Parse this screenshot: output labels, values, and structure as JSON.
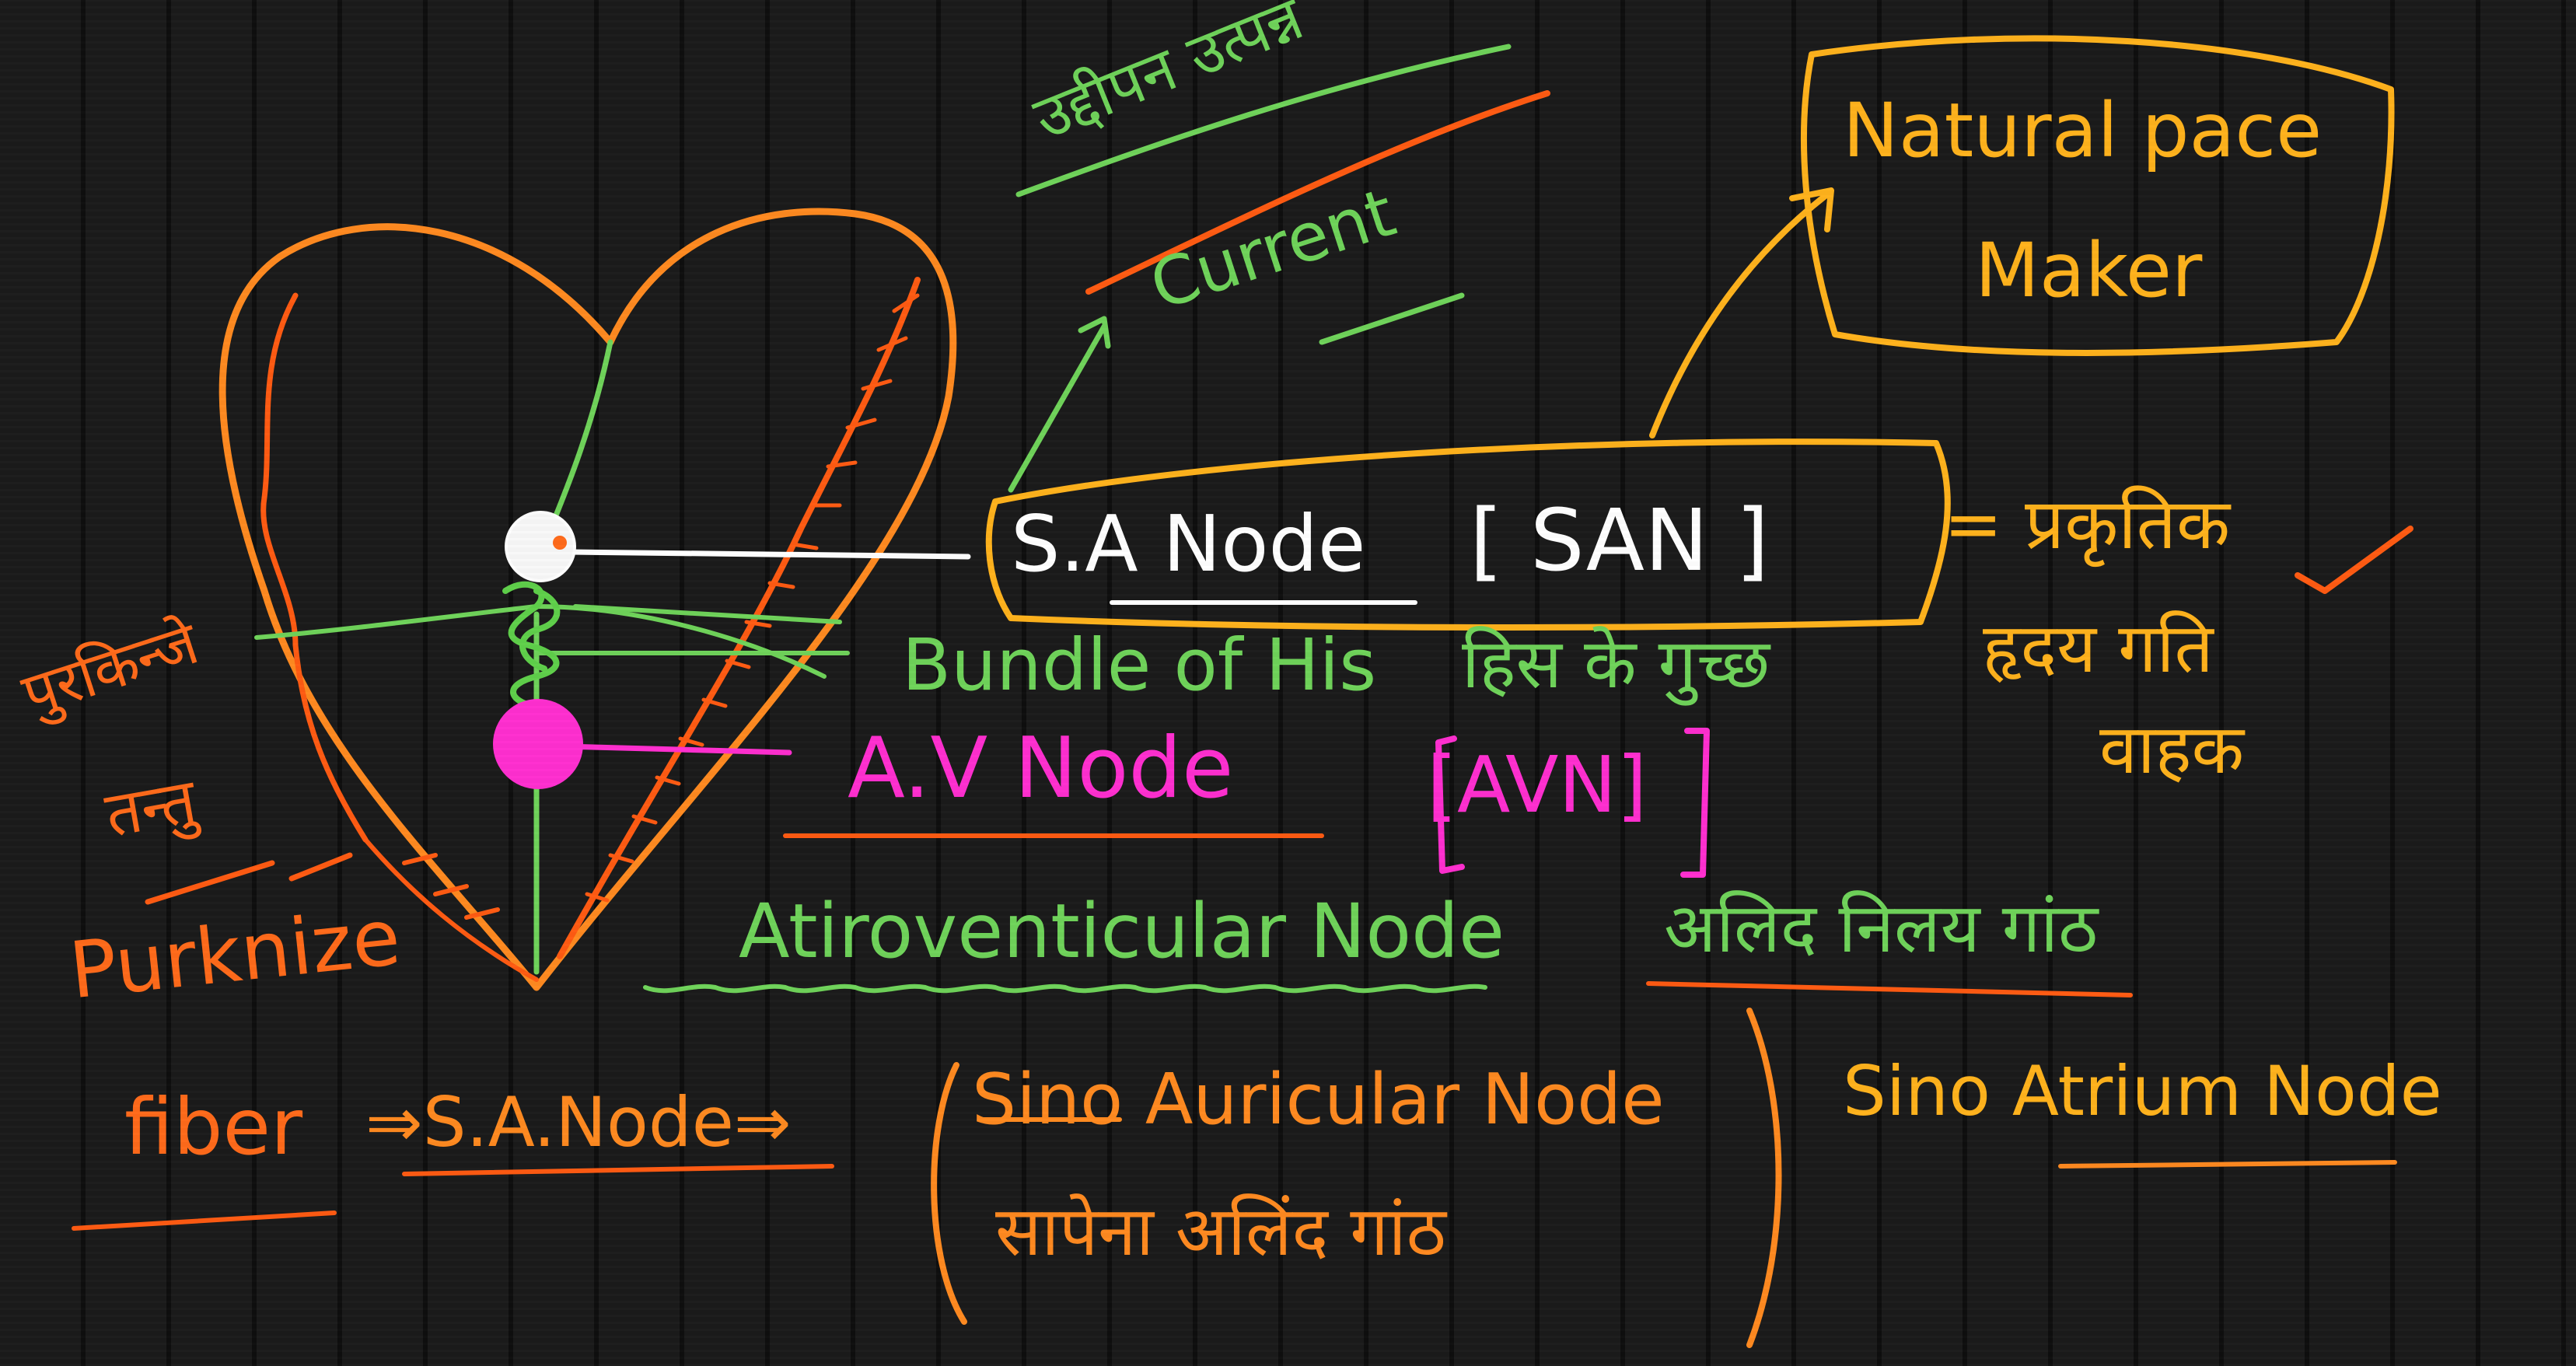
{
  "colors": {
    "green": "#6fd35a",
    "orange": "#ff6a1a",
    "yellow": "#ffb21c",
    "white": "#ffffff",
    "magenta": "#ff2fd0",
    "board": "#1b1b1b"
  },
  "labels": {
    "stimulus_hindi": "उद्दीपन उत्पन्न",
    "current": "Current",
    "natural_pace_1": "Natural pace",
    "natural_pace_2": "Maker",
    "sa_node": "S.A Node",
    "san": "[ SAN ]",
    "prakritik": "= प्रकृतिक",
    "hriday_gati": "हृदय गति",
    "vahak": "वाहक",
    "bundle_of_his": "Bundle of His",
    "his_ke_gucchh": "हिस के गुच्छ",
    "av_node": "A.V Node",
    "avn": "[AVN]",
    "purkinje_hindi_1": "पुरकिन्जे",
    "purkinje_hindi_2": "तन्तु",
    "atrioventricular": "Atiroventicular Node",
    "alind_nilay_ganth": "अलिद निलय गांठ",
    "purkinje_en": "Purknize",
    "fiber": "fiber",
    "sa_node_expand": "⇒S.A.Node⇒",
    "sino_auricular": "Sino Auricular Node",
    "shiranal_alind_ganth": "सापेना अलिंद गांठ",
    "sino_atrium": "Sino Atrium Node"
  }
}
